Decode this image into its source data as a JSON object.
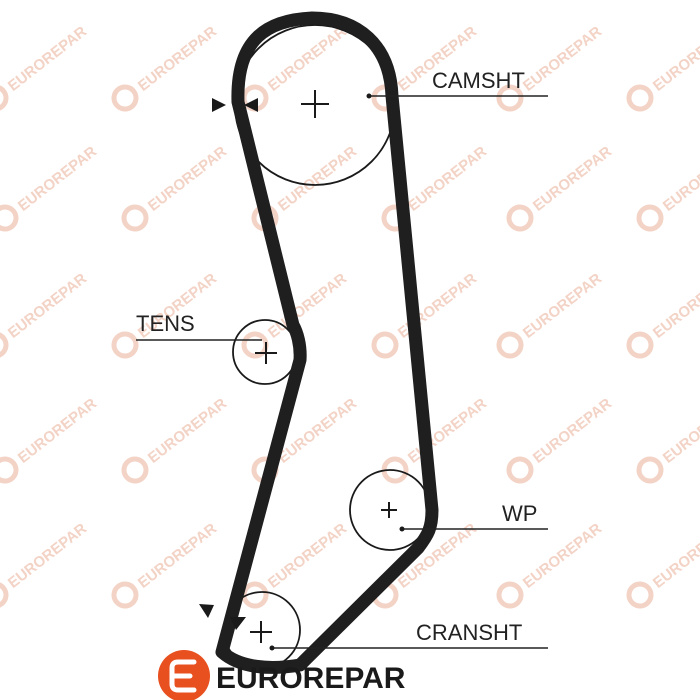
{
  "labels": {
    "camshaft": "CAMSHT",
    "tensioner": "TENS",
    "water_pump": "WP",
    "crankshaft": "CRANSHT"
  },
  "watermark": {
    "text": "EUROREPAR",
    "color": "#f3d3c6"
  },
  "brand": {
    "name": "EUROREPAR",
    "logo_color": "#e8501f",
    "text_color": "#1a1a1a"
  },
  "colors": {
    "belt": "#1f1f1f",
    "pulley_outline": "#1a1a1a",
    "leader_line": "#222222"
  },
  "icons": [
    "plus-icon",
    "arrow-right-icon",
    "arrow-left-icon",
    "eurorepar-logo-icon"
  ]
}
